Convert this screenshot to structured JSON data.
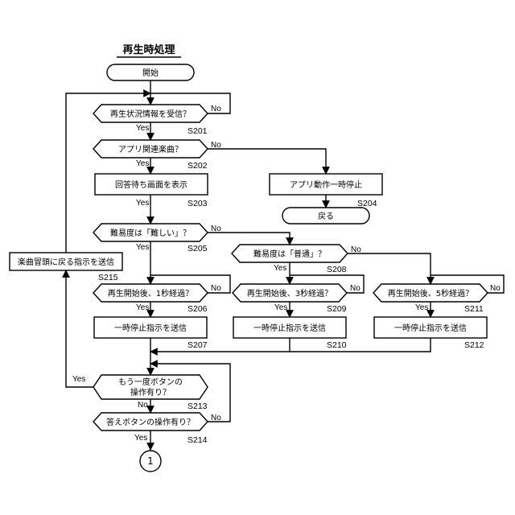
{
  "title": "再生時処理",
  "labels": {
    "yes": "Yes",
    "no": "No"
  },
  "nodes": {
    "start": {
      "text": "開始"
    },
    "s201": {
      "text": "再生状況情報を受信？",
      "step": "S201"
    },
    "s202": {
      "text": "アプリ関連楽曲？",
      "step": "S202"
    },
    "s203": {
      "text": "回答待ち画面を表示",
      "step": "S203"
    },
    "s204": {
      "text": "アプリ動作一時停止",
      "step": "S204"
    },
    "ret": {
      "text": "戻る"
    },
    "s205": {
      "text": "難易度は「難しい」？",
      "step": "S205"
    },
    "s208": {
      "text": "難易度は「普通」？",
      "step": "S208"
    },
    "s206": {
      "text": "再生開始後、1秒経過？",
      "step": "S206"
    },
    "s209": {
      "text": "再生開始後、3秒経過？",
      "step": "S209"
    },
    "s211": {
      "text": "再生開始後、5秒経過？",
      "step": "S211"
    },
    "s207": {
      "text": "一時停止指示を送信",
      "step": "S207"
    },
    "s210": {
      "text": "一時停止指示を送信",
      "step": "S210"
    },
    "s212": {
      "text": "一時停止指示を送信",
      "step": "S212"
    },
    "s213": {
      "text1": "もう一度ボタンの",
      "text2": "操作有り？",
      "step": "S213"
    },
    "s214": {
      "text": "答えボタンの操作有り？",
      "step": "S214"
    },
    "s215": {
      "text": "楽曲冒頭に戻る指示を送信",
      "step": "S215"
    },
    "connector": {
      "text": "1"
    }
  }
}
